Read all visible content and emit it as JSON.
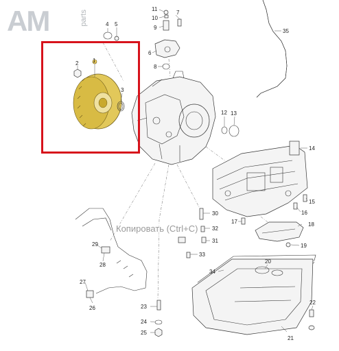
{
  "logo": {
    "main": "AM",
    "sub": "parts"
  },
  "watermark": "Копировать (Ctrl+C)",
  "highlight_color": "#d7121b",
  "torque_converter_color": "#e2c85a",
  "labels": [
    {
      "id": "1",
      "text": "1"
    },
    {
      "id": "2",
      "text": "2"
    },
    {
      "id": "3",
      "text": "3"
    },
    {
      "id": "4",
      "text": "4"
    },
    {
      "id": "5",
      "text": "5"
    },
    {
      "id": "6",
      "text": "6"
    },
    {
      "id": "7",
      "text": "7"
    },
    {
      "id": "8",
      "text": "8"
    },
    {
      "id": "9",
      "text": "9"
    },
    {
      "id": "10",
      "text": "10"
    },
    {
      "id": "11",
      "text": "11"
    },
    {
      "id": "12",
      "text": "12"
    },
    {
      "id": "13",
      "text": "13"
    },
    {
      "id": "14",
      "text": "14"
    },
    {
      "id": "15",
      "text": "15"
    },
    {
      "id": "16",
      "text": "16"
    },
    {
      "id": "17",
      "text": "17"
    },
    {
      "id": "18",
      "text": "18"
    },
    {
      "id": "19",
      "text": "19"
    },
    {
      "id": "20",
      "text": "20"
    },
    {
      "id": "21",
      "text": "21"
    },
    {
      "id": "22",
      "text": "22"
    },
    {
      "id": "23",
      "text": "23"
    },
    {
      "id": "24",
      "text": "24"
    },
    {
      "id": "25",
      "text": "25"
    },
    {
      "id": "26",
      "text": "26"
    },
    {
      "id": "27",
      "text": "27"
    },
    {
      "id": "28",
      "text": "28"
    },
    {
      "id": "29",
      "text": "29"
    },
    {
      "id": "30",
      "text": "30"
    },
    {
      "id": "31",
      "text": "31"
    },
    {
      "id": "32",
      "text": "32"
    },
    {
      "id": "33",
      "text": "33"
    },
    {
      "id": "34",
      "text": "34"
    },
    {
      "id": "35",
      "text": "35"
    }
  ]
}
